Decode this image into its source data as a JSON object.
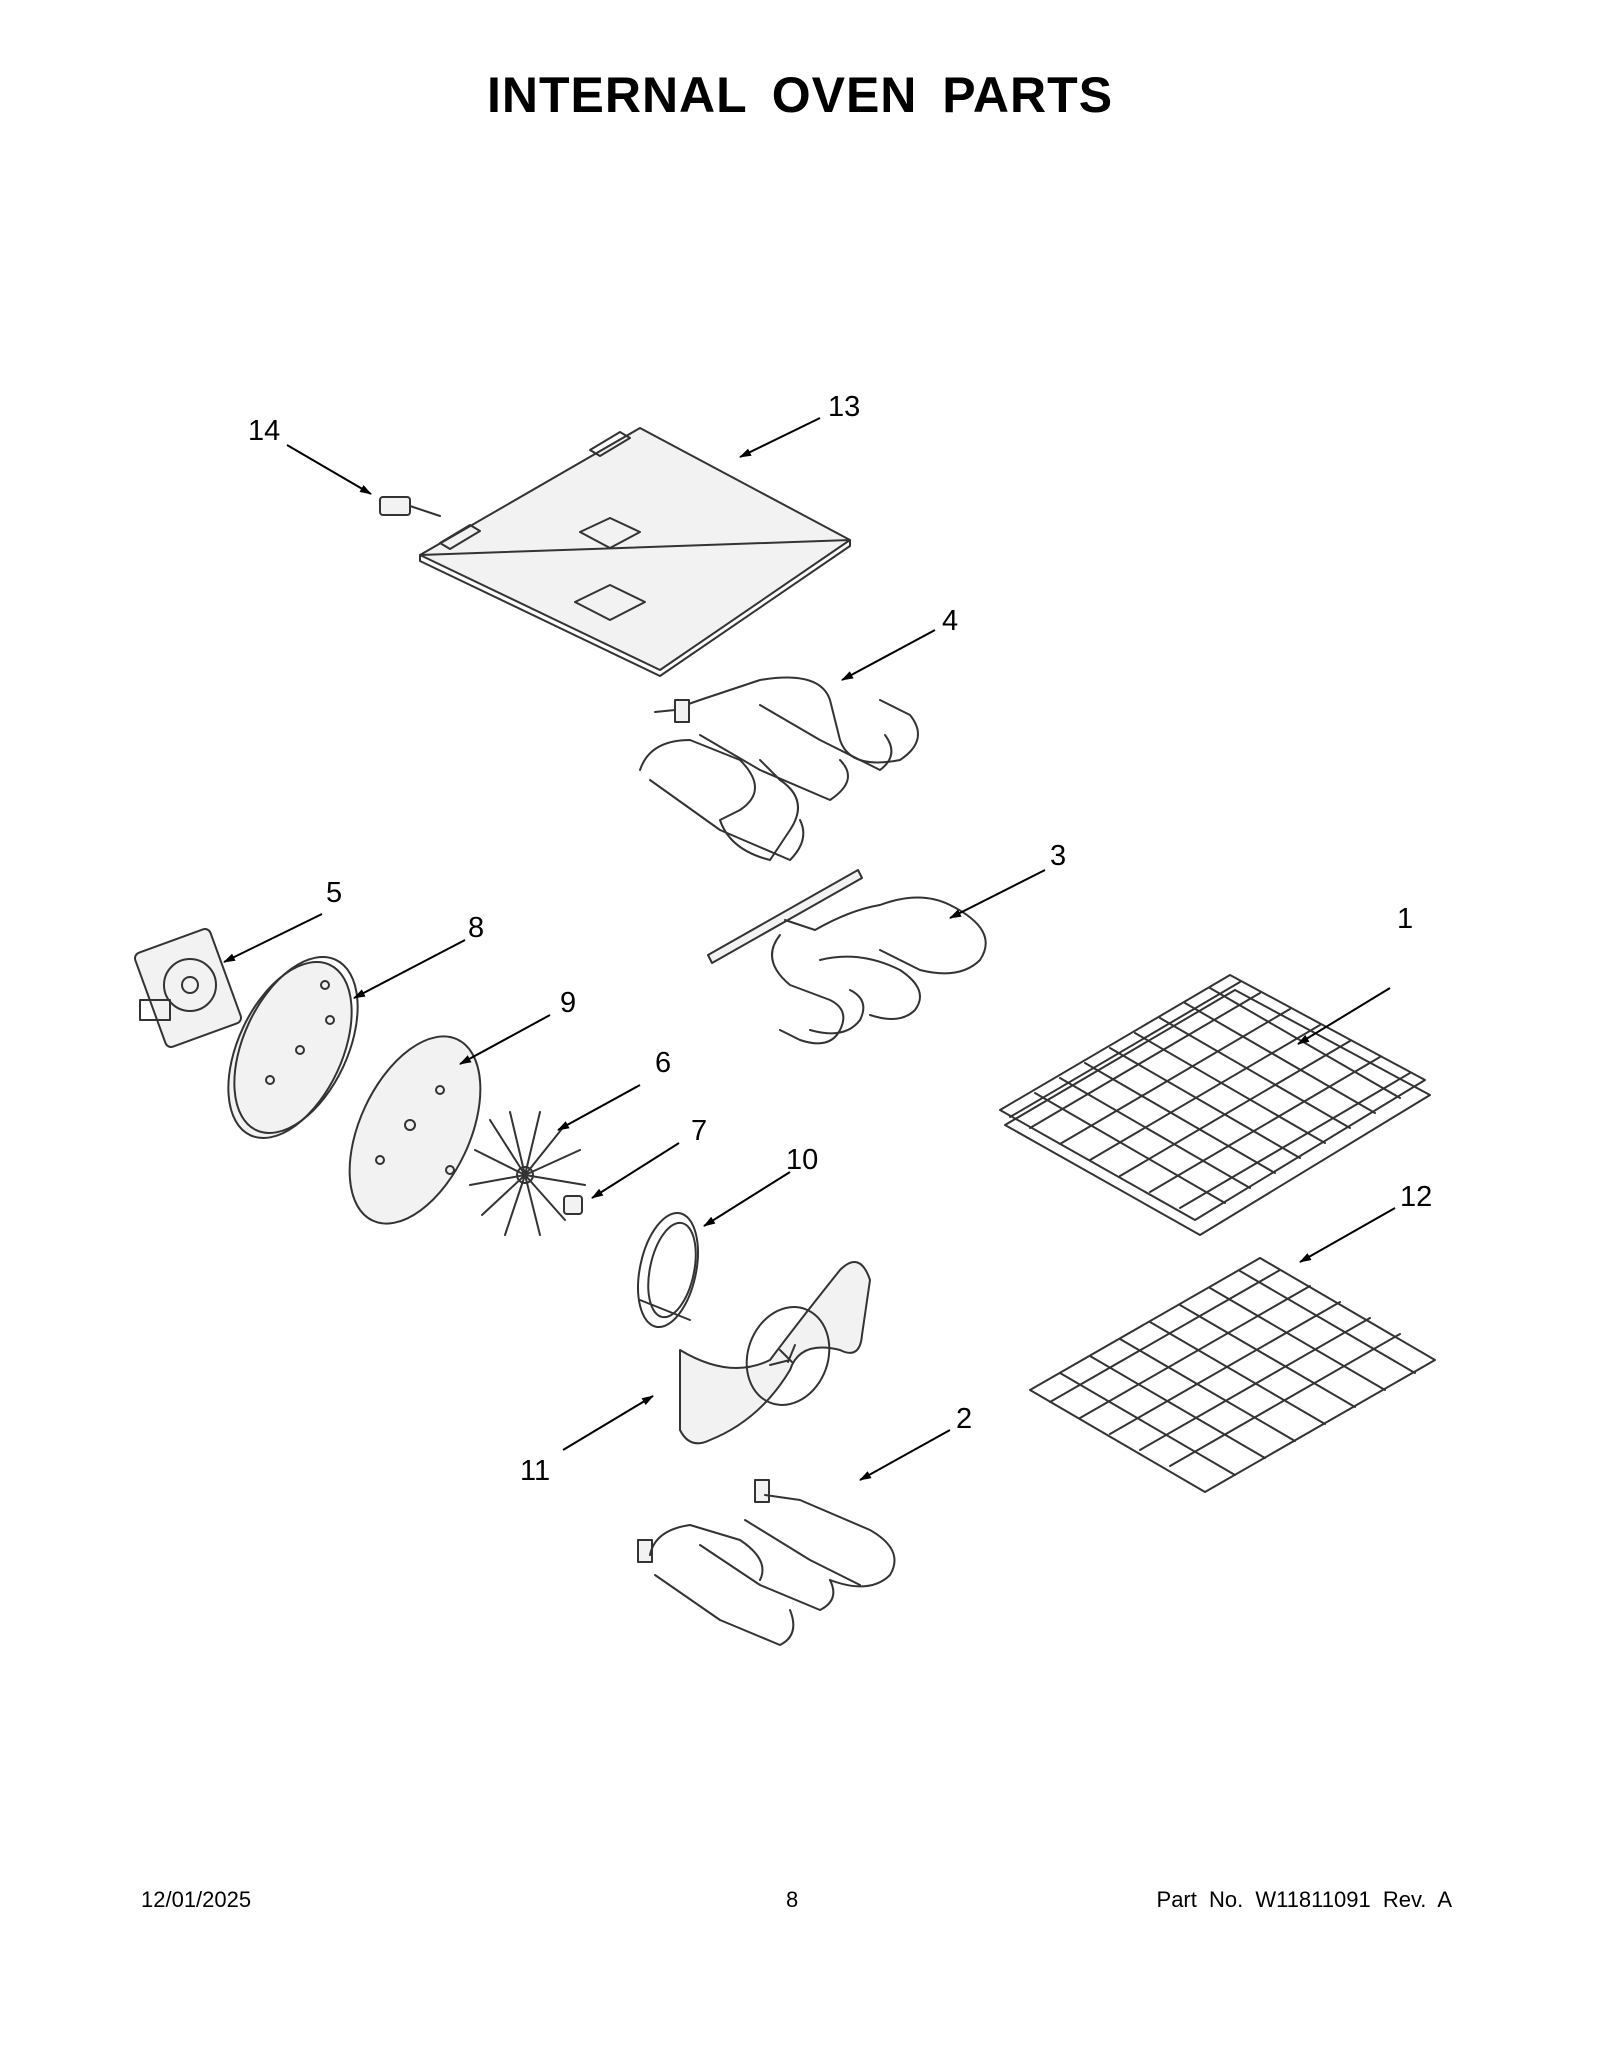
{
  "title": "INTERNAL OVEN PARTS",
  "callouts": [
    "1",
    "2",
    "3",
    "4",
    "5",
    "6",
    "7",
    "8",
    "9",
    "10",
    "11",
    "12",
    "13",
    "14"
  ],
  "footer": {
    "date": "12/01/2025",
    "page": "8",
    "part": "Part No.  W11811091  Rev.  A"
  }
}
